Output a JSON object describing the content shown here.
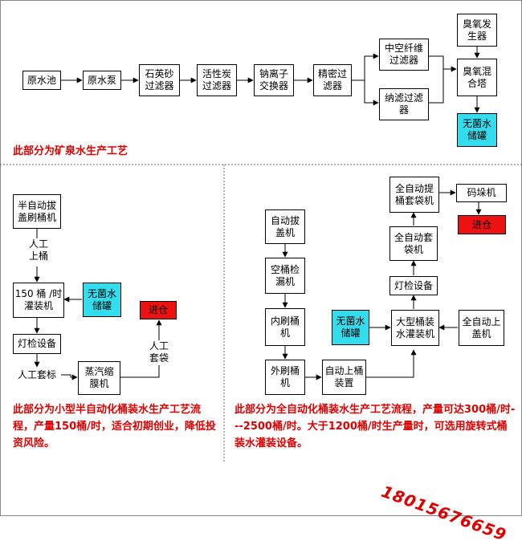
{
  "section_top": {
    "boxes": {
      "raw_pool": "原水池",
      "raw_pump": "原水泵",
      "quartz_filter": "石英砂\n过滤器",
      "carbon_filter": "活性炭\n过滤器",
      "sodium_exchanger": "钠离子\n交换器",
      "precision_filter": "精密过\n滤器",
      "hollow_fiber_filter": "中空纤维\n过滤器",
      "nano_filter": "纳滤过滤\n器",
      "ozone_generator": "臭氧发\n生器",
      "ozone_tower": "臭氧混\n合塔",
      "sterile_tank": "无菌水\n储罐"
    },
    "caption": "此部分为矿泉水生产工艺"
  },
  "section_left": {
    "boxes": {
      "semi_auto_machine": "半自动拔\n盖刷桶机",
      "filler_150": "150 桶 /时\n灌装机",
      "sterile_tank": "无菌水\n储罐",
      "warehouse": "进仓",
      "light_inspection": "灯检设备",
      "steam_shrink": "蒸汽缩\n膜机"
    },
    "labels": {
      "manual_load": "人工\n上桶",
      "manual_label": "人工套标",
      "manual_bag": "人工\n套袋"
    },
    "caption": "此部分为小型半自动化桶装水生产工艺流程，产量150桶/时，适合初期创业，降低投资风险。"
  },
  "section_right": {
    "boxes": {
      "auto_decapper": "自动拔\n盖机",
      "leak_detector": "空桶检\n漏机",
      "inner_brush": "内刷桶\n机",
      "outer_brush": "外刷桶\n机",
      "auto_loader": "自动上桶\n装置",
      "sterile_tank": "无菌水\n储罐",
      "large_filler": "大型桶装\n水灌装机",
      "auto_capper": "全自动上\n盖机",
      "light_inspection": "灯检设备",
      "auto_bagger": "全自动套\n袋机",
      "auto_lift_bagger": "全自动提\n桶套袋机",
      "stacker": "码垛机",
      "warehouse": "进仓"
    },
    "caption": "此部分为全自动化桶装水生产工艺流程，产量可达300桶/时---2500桶/时。大于1200桶/时生产量时，可选用旋转式桶装水灌装设备。"
  },
  "phone": "18015676659",
  "colors": {
    "cyan": "#33ddee",
    "red": "#ee1111",
    "caption": "#e00000"
  }
}
